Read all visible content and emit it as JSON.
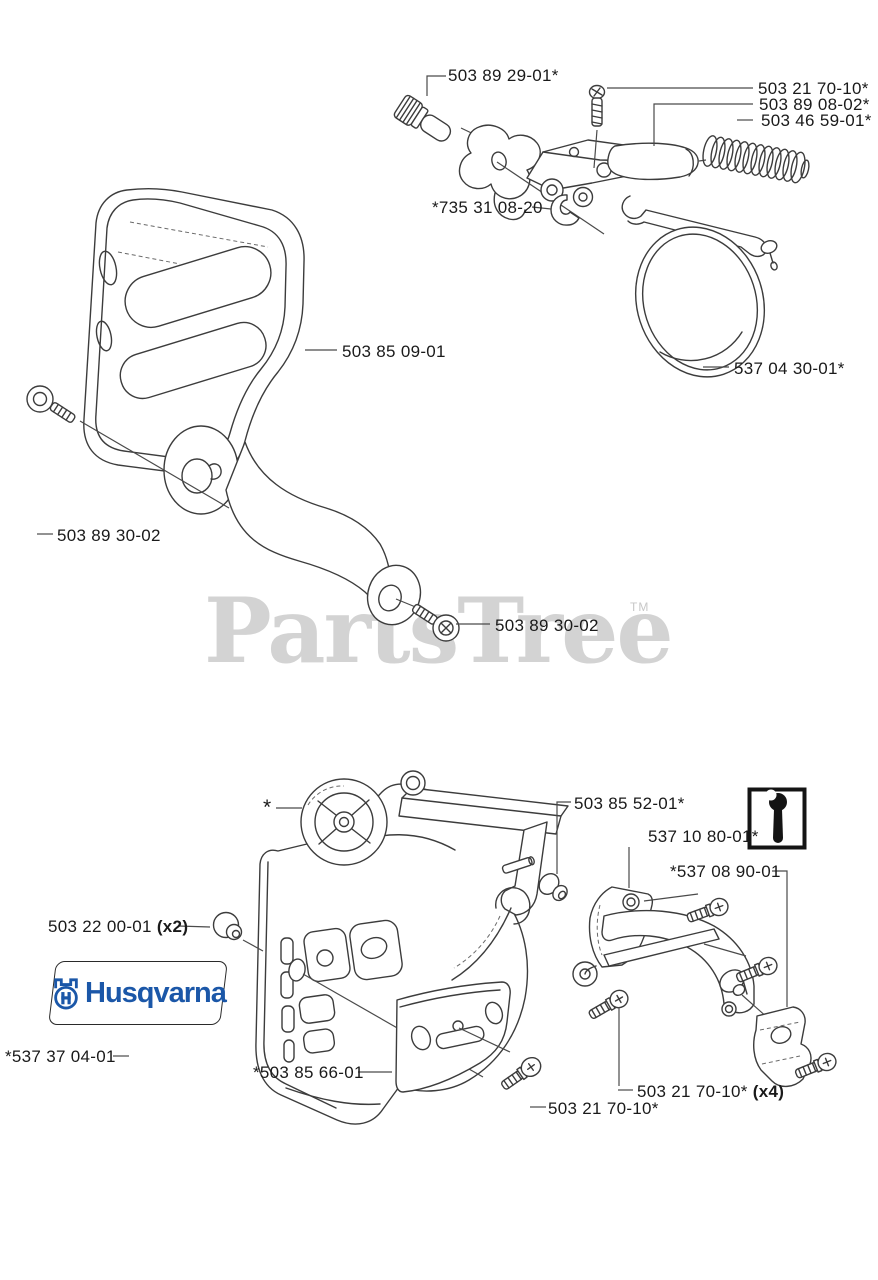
{
  "watermark": {
    "text": "PartsTree",
    "tm": "TM"
  },
  "brand": {
    "name": "Husqvarna"
  },
  "labels": {
    "knob_pin": "503 89 29-01*",
    "top_screw": "503 21 70-10*",
    "piston": "503 89 08-02*",
    "spring": "503 46 59-01*",
    "lock_clip": "*735 31 08-20",
    "hand_guard": "503 85 09-01",
    "brake_band": "537 04 30-01*",
    "guard_screw_left": "503 89 30-02",
    "guard_screw_bottom": "503 89 30-02",
    "cover_ref": "*",
    "bar_stud": "503 85 52-01*",
    "tool_wrench": "537 10 80-01*",
    "brake_bracket": "*537 08 90-01",
    "bushing": "503 22 00-01",
    "bushing_qty": "(x2)",
    "decal": "*537 37 04-01",
    "guide_plate": "*503 85 66-01",
    "cover_screws": "503 21 70-10*",
    "cover_screws_qty": "(x4)",
    "plate_screw": "503 21 70-10*"
  }
}
